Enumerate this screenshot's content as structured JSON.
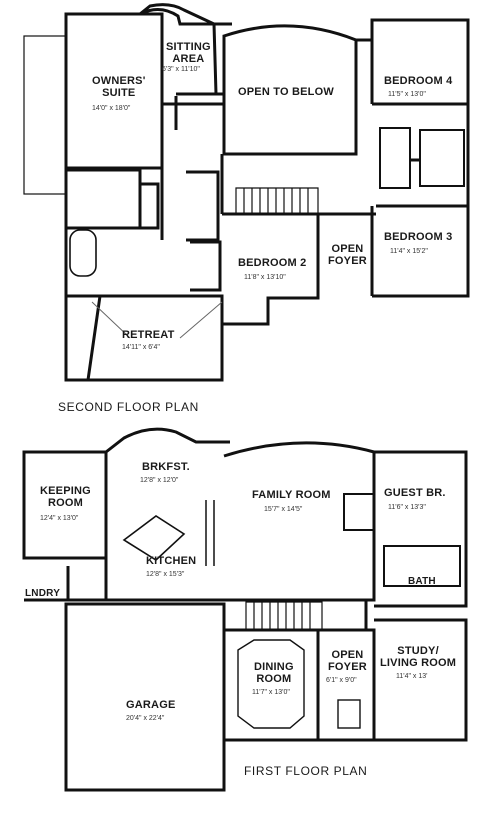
{
  "second_floor": {
    "title": "SECOND FLOOR PLAN",
    "rooms": {
      "owners_suite": {
        "name_line1": "OWNERS'",
        "name_line2": "SUITE",
        "dims": "14'0\" x 18'0\""
      },
      "sitting_area": {
        "name_line1": "SITTING",
        "name_line2": "AREA",
        "dims": "6'3\" x 11'10\""
      },
      "open_to_below": {
        "name": "OPEN TO BELOW"
      },
      "bedroom4": {
        "name": "BEDROOM 4",
        "dims": "11'5\" x 13'0\""
      },
      "bedroom3": {
        "name": "BEDROOM 3",
        "dims": "11'4\" x 15'2\""
      },
      "bedroom2": {
        "name": "BEDROOM 2",
        "dims": "11'8\" x 13'10\""
      },
      "open_foyer": {
        "name_line1": "OPEN",
        "name_line2": "FOYER"
      },
      "retreat": {
        "name": "RETREAT",
        "dims": "14'11\" x 6'4\""
      }
    }
  },
  "first_floor": {
    "title": "FIRST FLOOR PLAN",
    "rooms": {
      "keeping_room": {
        "name_line1": "KEEPING",
        "name_line2": "ROOM",
        "dims": "12'4\" x 13'0\""
      },
      "brkfst": {
        "name": "BRKFST.",
        "dims": "12'8\" x 12'0\""
      },
      "family_room": {
        "name": "FAMILY ROOM",
        "dims": "15'7\" x 14'5\""
      },
      "guest_br": {
        "name": "GUEST BR.",
        "dims": "11'6\" x 13'3\""
      },
      "kitchen": {
        "name": "KITCHEN",
        "dims": "12'8\" x 15'3\""
      },
      "lndry": {
        "name": "LNDRY"
      },
      "bath": {
        "name": "BATH"
      },
      "garage": {
        "name": "GARAGE",
        "dims": "20'4\" x 22'4\""
      },
      "dining_room": {
        "name_line1": "DINING",
        "name_line2": "ROOM",
        "dims": "11'7\" x 13'0\""
      },
      "open_foyer": {
        "name_line1": "OPEN",
        "name_line2": "FOYER",
        "dims": "6'1\" x 9'0\""
      },
      "study": {
        "name_line1": "STUDY/",
        "name_line2": "LIVING ROOM",
        "dims": "11'4\" x 13'"
      }
    }
  }
}
